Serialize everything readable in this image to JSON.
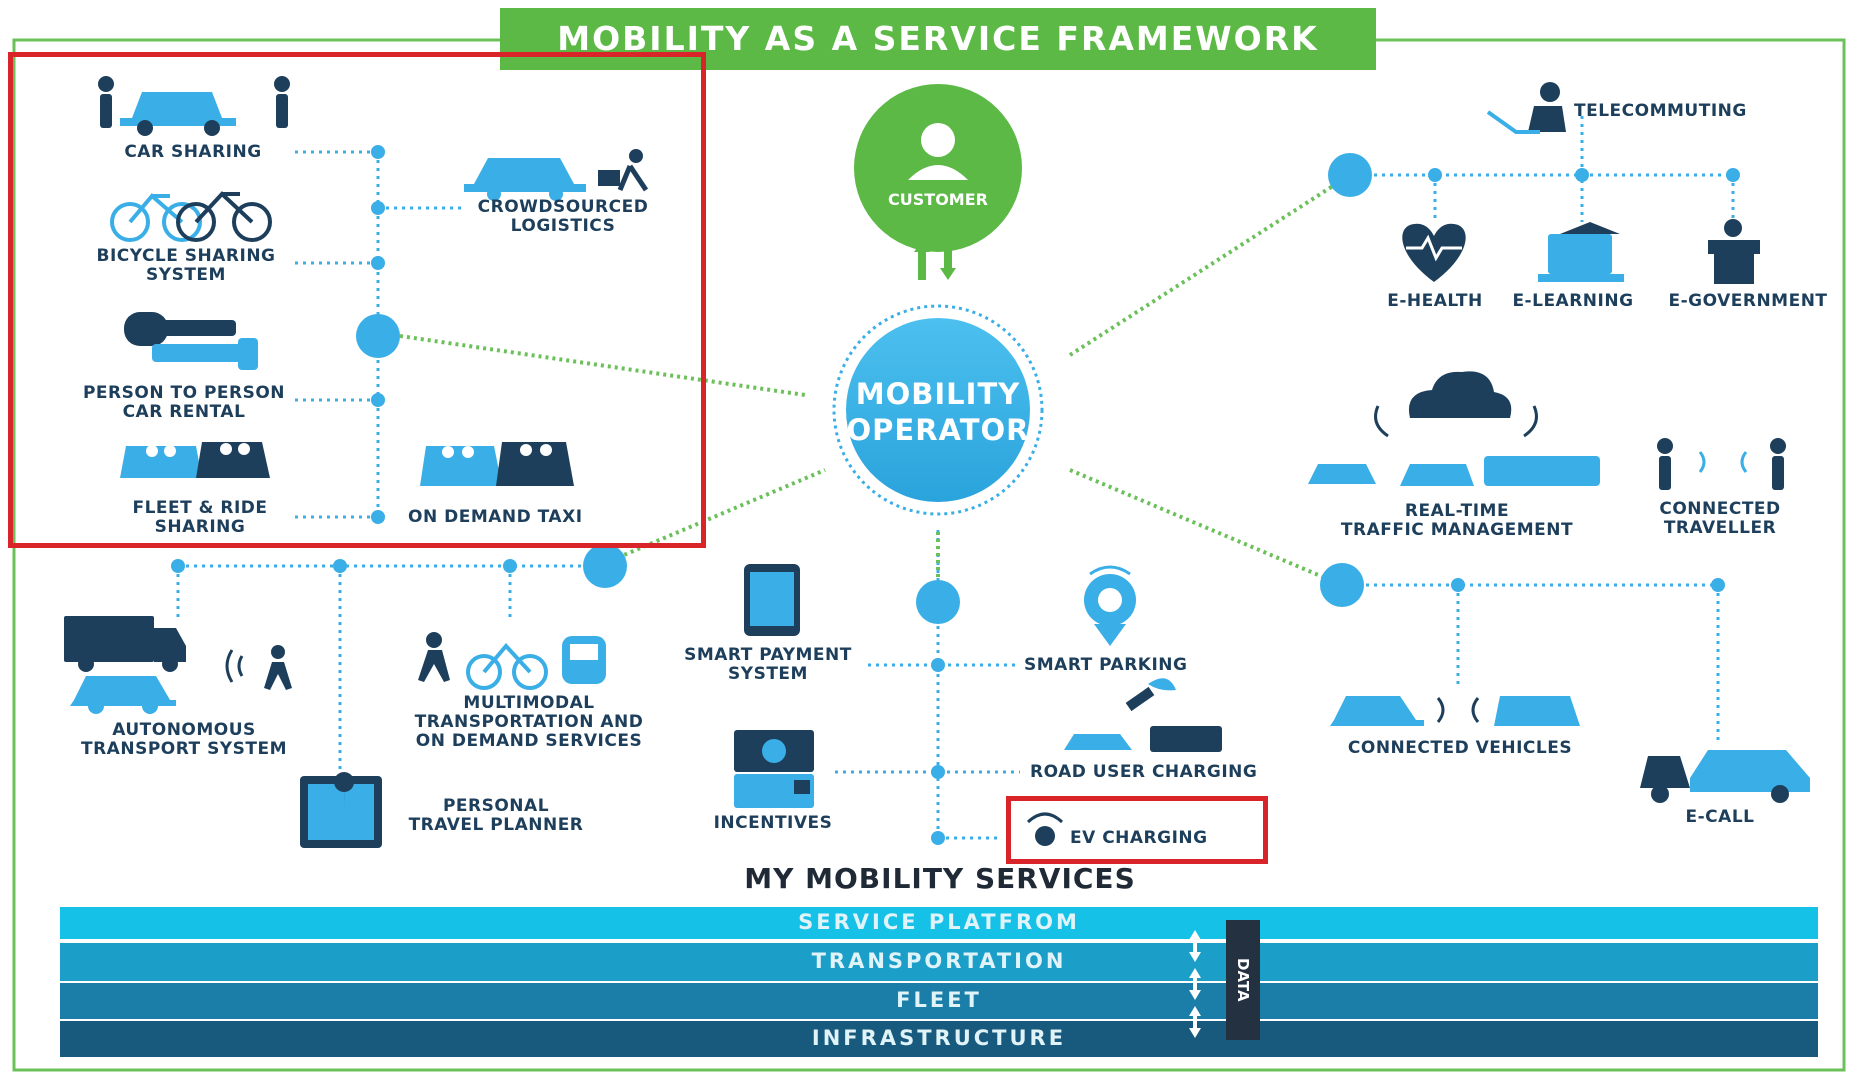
{
  "title": "MOBILITY AS A SERVICE FRAMEWORK",
  "hub": "MOBILITY\nOPERATOR",
  "customer": "CUSTOMER",
  "services_title": "MY MOBILITY SERVICES",
  "nodes": {
    "car_sharing": "CAR SHARING",
    "bicycle_sharing": "BICYCLE SHARING\nSYSTEM",
    "p2p_rental": "PERSON TO PERSON\nCAR RENTAL",
    "fleet_ride": "FLEET & RIDE\nSHARING",
    "crowdsourced": "CROWDSOURCED\nLOGISTICS",
    "on_demand_taxi": "ON DEMAND TAXI",
    "autonomous": "AUTONOMOUS\nTRANSPORT SYSTEM",
    "multimodal": "MULTIMODAL\nTRANSPORTATION AND\nON DEMAND SERVICES",
    "travel_planner": "PERSONAL\nTRAVEL PLANNER",
    "smart_payment": "SMART PAYMENT\nSYSTEM",
    "incentives": "INCENTIVES",
    "smart_parking": "SMART PARKING",
    "road_user": "ROAD USER CHARGING",
    "ev_charging": "EV CHARGING",
    "telecommuting": "TELECOMMUTING",
    "ehealth": "E-HEALTH",
    "elearning": "E-LEARNING",
    "egov": "E-GOVERNMENT",
    "traffic": "REAL-TIME\nTRAFFIC MANAGEMENT",
    "connected_traveller": "CONNECTED\nTRAVELLER",
    "connected_vehicles": "CONNECTED VEHICLES",
    "ecall": "E-CALL"
  },
  "layers": [
    "SERVICE PLATFROM",
    "TRANSPORTATION",
    "FLEET",
    "INFRASTRUCTURE"
  ],
  "data_label": "DATA",
  "colors": {
    "accent_blue": "#3aaee6",
    "dark_navy": "#1e3f5c",
    "green": "#5cb946",
    "highlight_red": "#d9252a"
  },
  "icons": [
    "person-icon",
    "car-icon",
    "bicycle-icon",
    "key-icon",
    "truck-icon",
    "phone-icon",
    "cloud-icon",
    "bus-icon",
    "heart-pulse-icon",
    "laptop-icon",
    "podium-icon",
    "parking-meter-icon",
    "ev-plug-icon",
    "tow-truck-icon",
    "map-icon",
    "card-icon",
    "walker-icon",
    "train-icon",
    "satellite-icon"
  ]
}
